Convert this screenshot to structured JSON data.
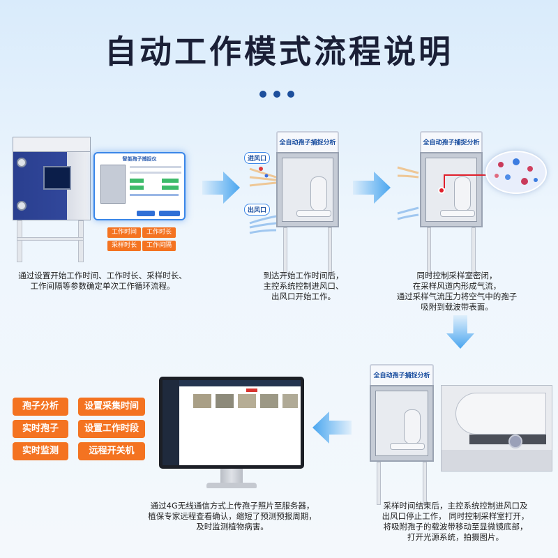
{
  "title": "自动工作模式流程说明",
  "machine_label": "全自动孢子捕捉分析仪",
  "panel_title": "智能孢子捕捉仪",
  "panel_tags": [
    "工作时间",
    "工作时长",
    "采样时长",
    "工作间隔"
  ],
  "flow_labels": {
    "inlet": "进风口",
    "outlet": "出风口"
  },
  "captions": {
    "step1": [
      "通过设置开始工作时间、工作时长、采样时长、",
      "工作间隔等参数确定单次工作循环流程。"
    ],
    "step2": [
      "到达开始工作时间后，",
      "主控系统控制进风口、",
      "出风口开始工作。"
    ],
    "step3": [
      "同时控制采样室密闭，",
      "在采样风道内形成气流，",
      "通过采样气流压力将空气中的孢子",
      "吸附到载波带表面。"
    ],
    "step4": [
      "采样时间结束后，主控系统控制进风口及",
      "出风口停止工作，  同时控制采样室打开，",
      "将吸附孢子的载波带移动至显微镜底部，",
      "打开光源系统，拍摄图片。"
    ],
    "step5": [
      "通过4G无线通信方式上传孢子照片至服务器，",
      "植保专家远程查看确认，缩短了预测预报周期，",
      "及时监测植物病害。"
    ]
  },
  "feature_tags": [
    "孢子分析",
    "设置采集时间",
    "实时孢子",
    "设置工作时段",
    "实时监测",
    "远程开关机"
  ],
  "colors": {
    "accent": "#f47321",
    "title": "#1a1f36",
    "brand_blue": "#1b4fa0",
    "arrow": "#4aa6ef"
  }
}
